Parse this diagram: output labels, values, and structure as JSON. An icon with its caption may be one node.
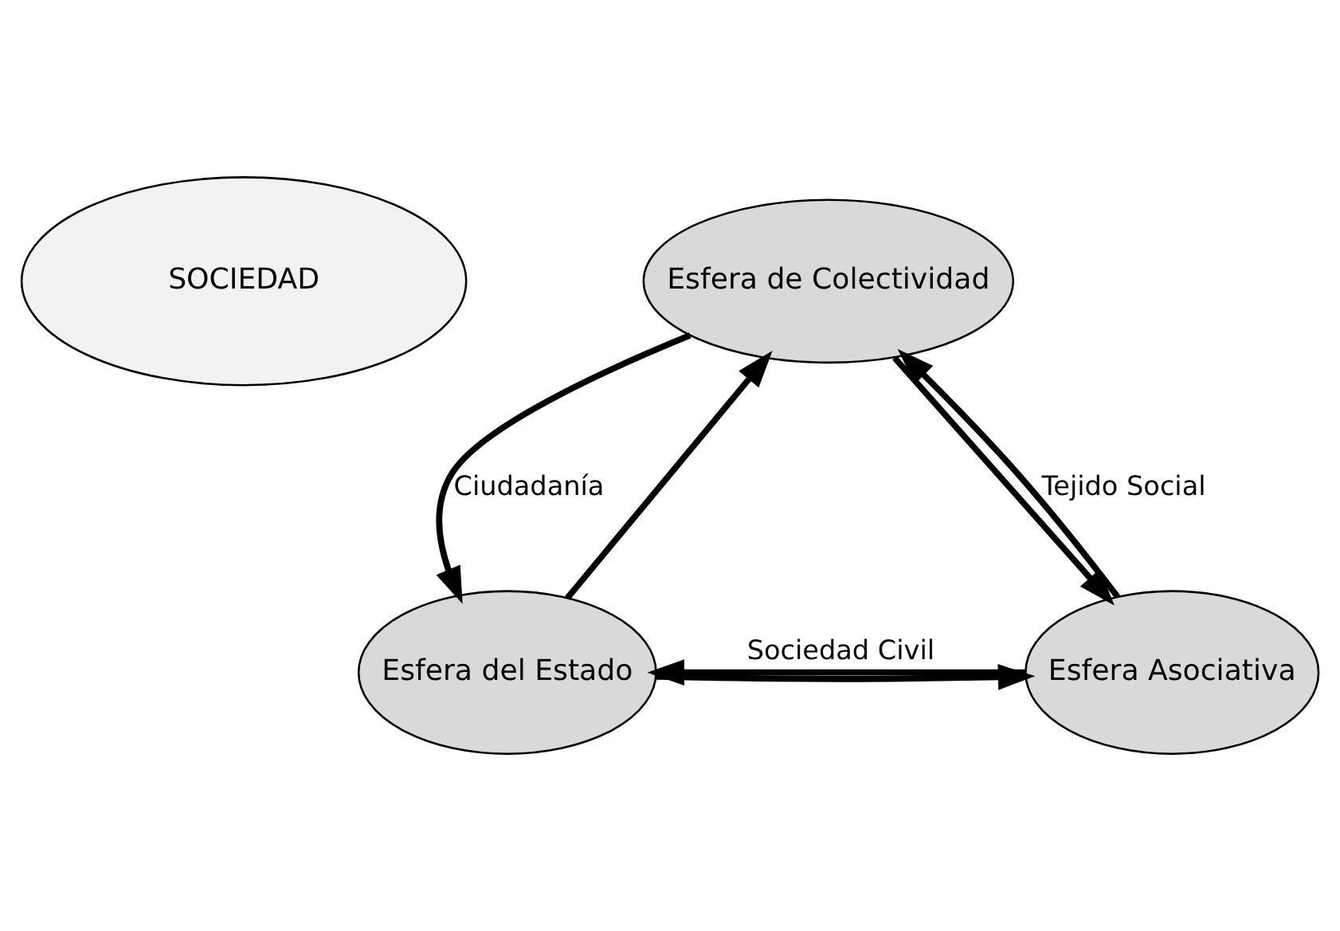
{
  "diagram": {
    "nodes": [
      {
        "text": [
          "SOCIEDAD"
        ]
      },
      {
        "text": [
          "Esfera del Estado"
        ]
      },
      {
        "text": [
          "Esfera Asociativa"
        ]
      },
      {
        "text": [
          "Esfera de Colectividad"
        ]
      }
    ],
    "edges": [
      {
        "from": 1,
        "to": 2,
        "arrow": "to"
      },
      {
        "from": 2,
        "to": 1,
        "arrow": "to",
        "label": "Sociedad Civil"
      },
      {
        "from": 1,
        "to": 3,
        "arrow": "to"
      },
      {
        "from": 3,
        "to": 1,
        "arrow": "to",
        "label": "Ciudadanía"
      },
      {
        "from": 3,
        "to": 2,
        "arrow": "to"
      },
      {
        "from": 2,
        "to": 3,
        "arrow": "to",
        "label": "Tejido Social"
      }
    ]
  }
}
